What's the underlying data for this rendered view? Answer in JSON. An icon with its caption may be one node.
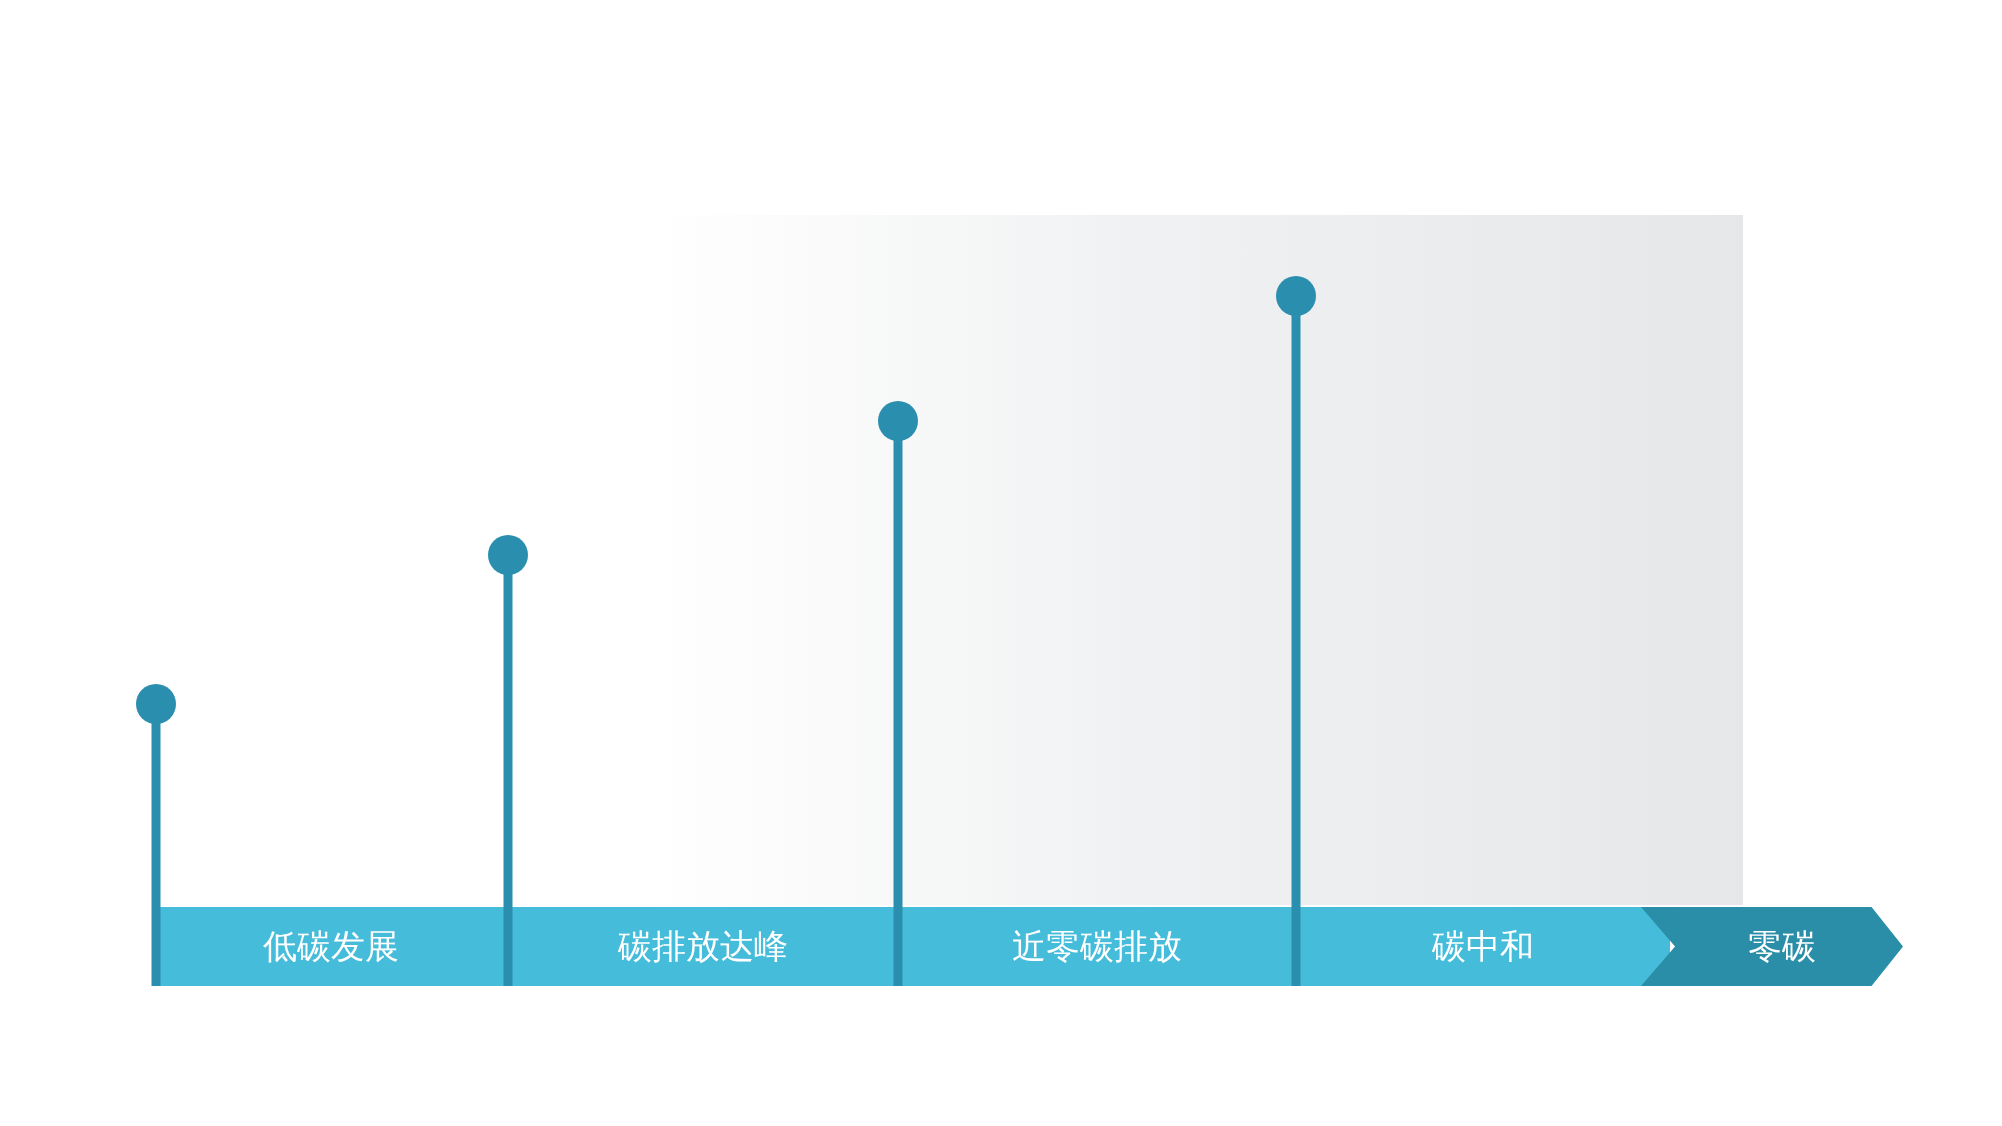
{
  "diagram": {
    "nodes": [
      {
        "text": [
          "低碳发展"
        ]
      },
      {
        "text": [
          "碳排放达峰"
        ]
      },
      {
        "text": [
          "近零碳排放"
        ]
      },
      {
        "text": [
          "碳中和"
        ]
      },
      {
        "text": [
          "零碳"
        ]
      }
    ]
  }
}
